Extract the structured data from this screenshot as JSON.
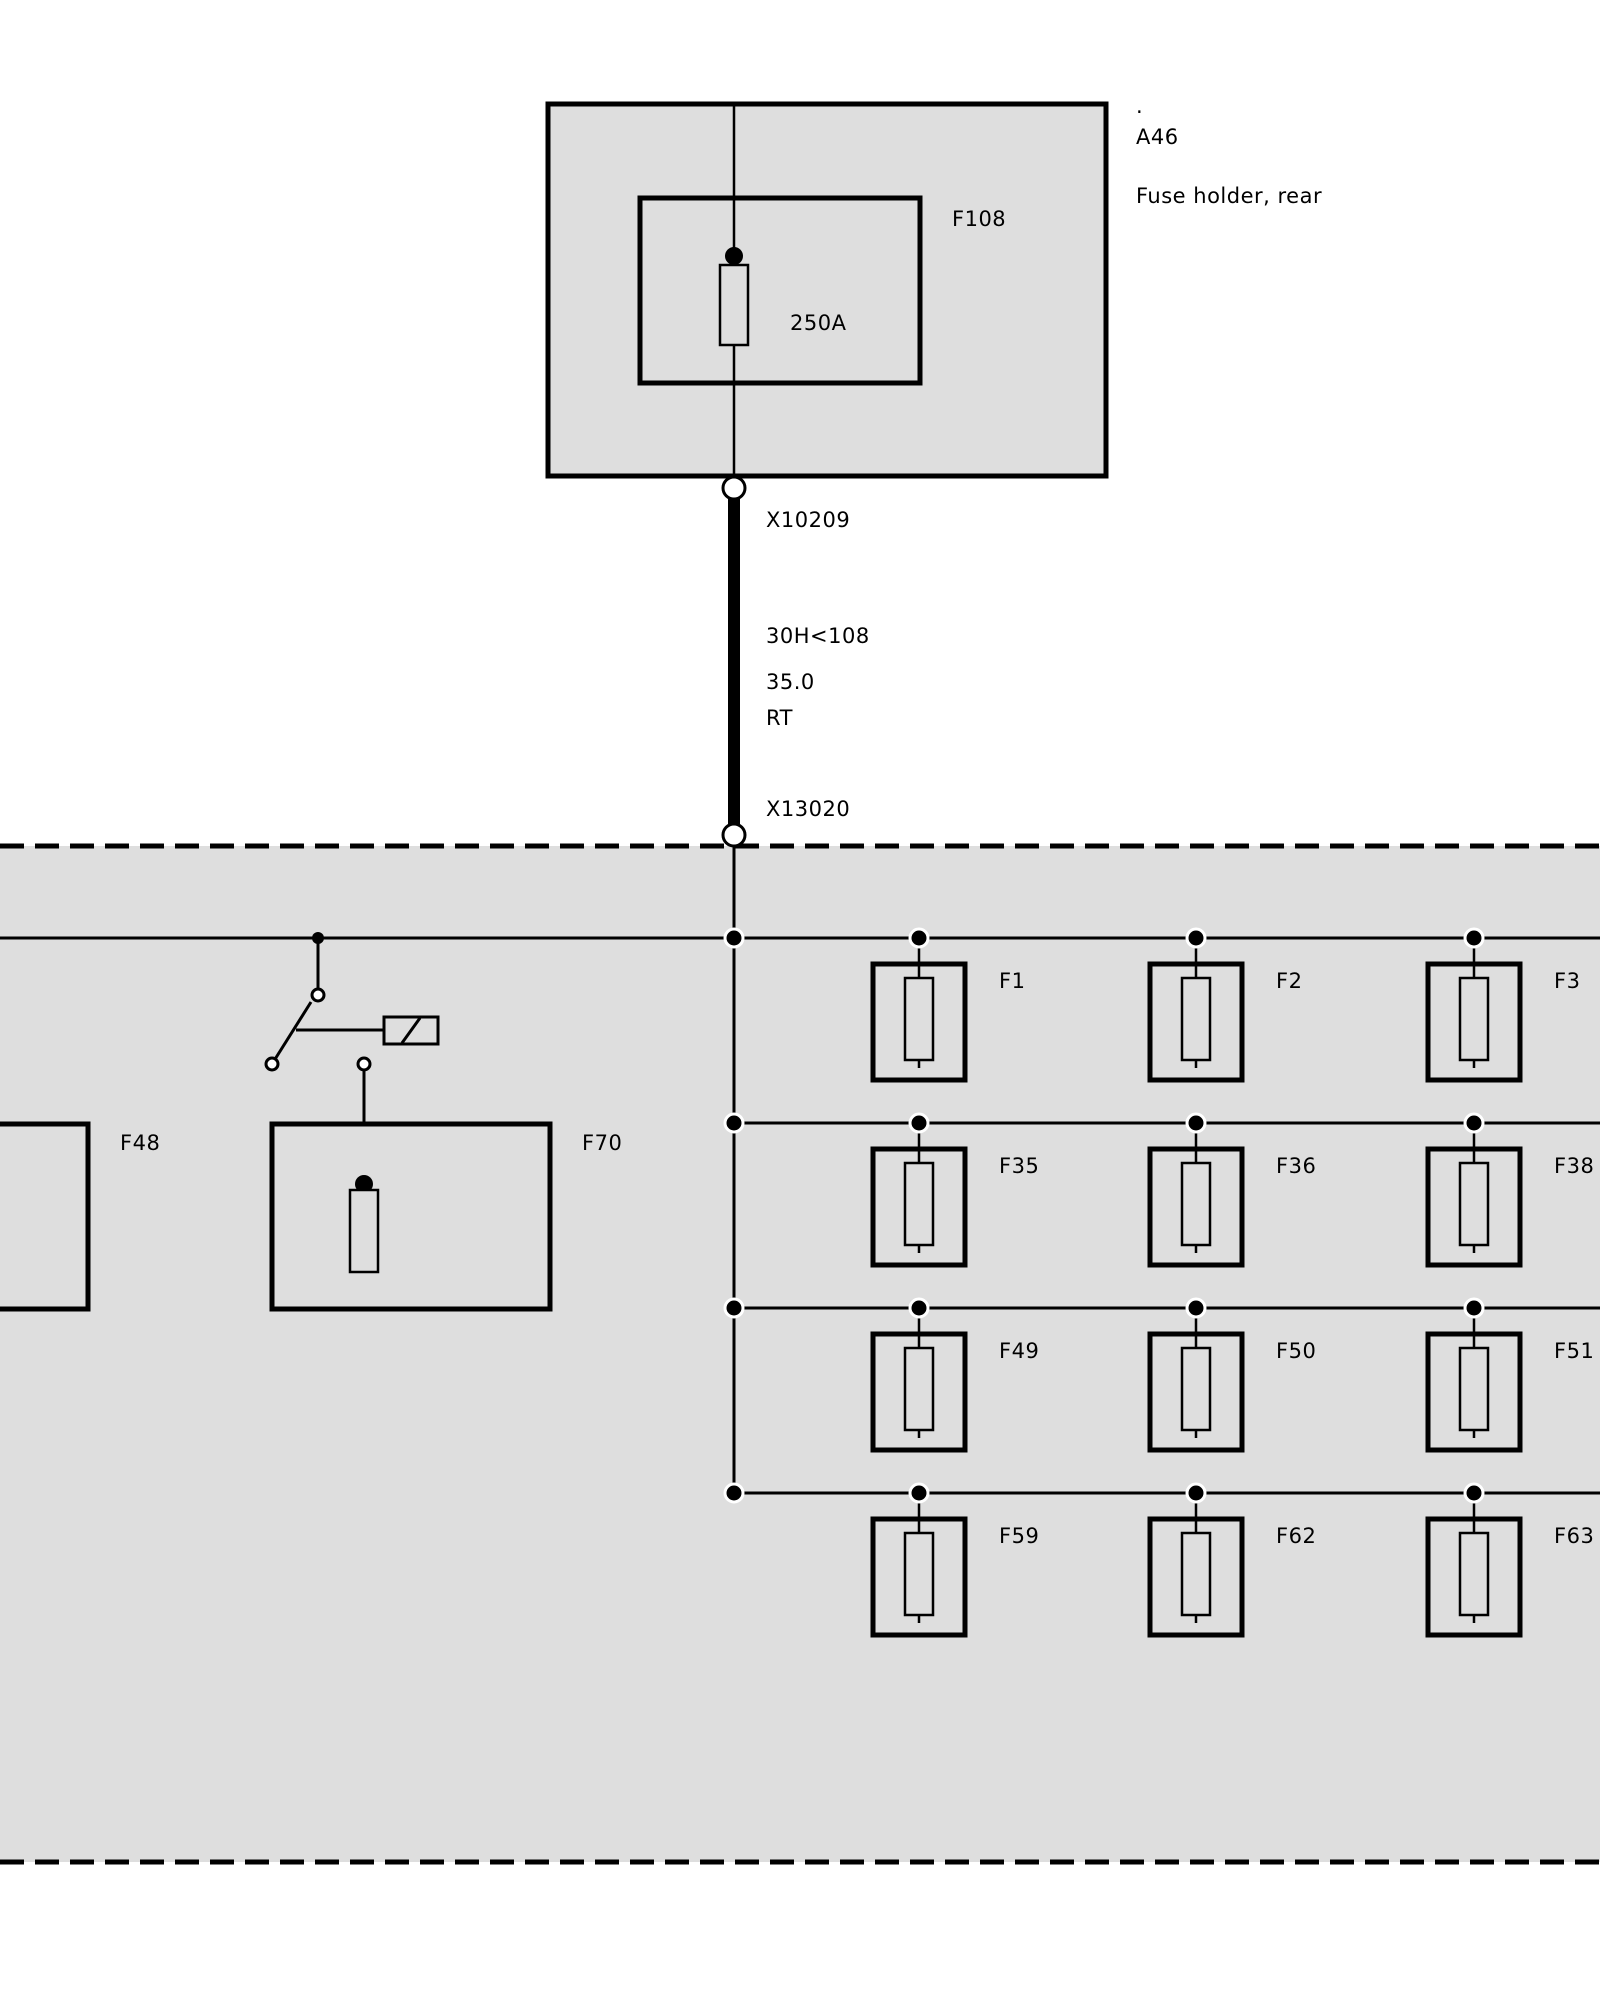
{
  "module": {
    "dot": ".",
    "id": "A46",
    "description": "Fuse holder, rear"
  },
  "main_fuse": {
    "id": "F108",
    "rating": "250A"
  },
  "connector_top": "X10209",
  "wire": {
    "code": "30H<108",
    "cross_section": "35.0",
    "color": "RT"
  },
  "connector_bottom": "X13020",
  "left_fuses": {
    "f48": "F48",
    "f70": "F70"
  },
  "fuses": {
    "f1": "F1",
    "f2": "F2",
    "f3": "F3",
    "f35": "F35",
    "f36": "F36",
    "f38": "F38",
    "f49": "F49",
    "f50": "F50",
    "f51": "F51",
    "f59": "F59",
    "f62": "F62",
    "f63": "F63"
  },
  "colors": {
    "box_fill": "#dedede",
    "line": "#000000",
    "background": "#ffffff"
  }
}
